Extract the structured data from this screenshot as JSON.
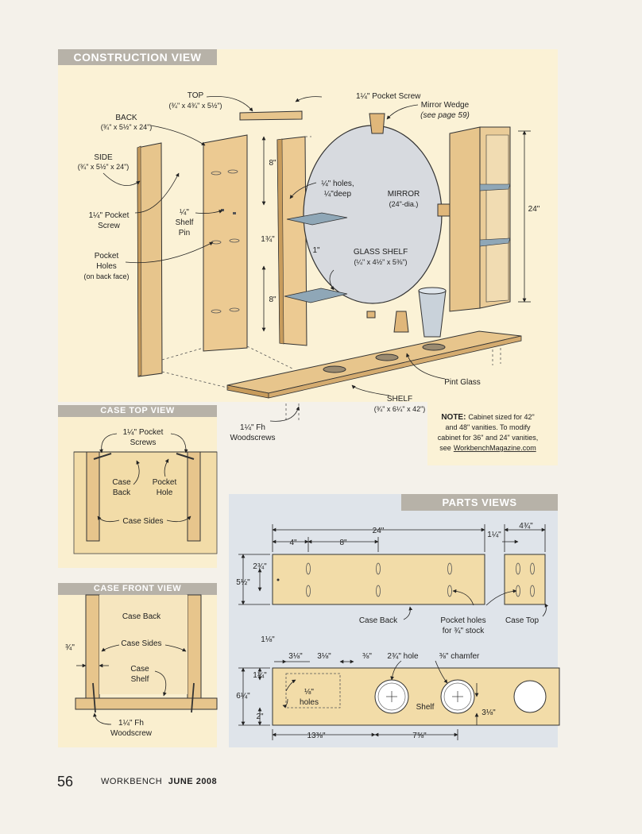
{
  "headers": {
    "construction": "CONSTRUCTION VIEW",
    "case_top": "CASE TOP VIEW",
    "case_front": "CASE FRONT VIEW",
    "parts": "PARTS VIEWS"
  },
  "construction": {
    "top_name": "TOP",
    "top_dim": "(¾\" x 4¾\" x 5½\")",
    "back_name": "BACK",
    "back_dim": "(¾\" x 5½\" x 24\")",
    "side_name": "SIDE",
    "side_dim": "(¾\" x 5½\" x 24\")",
    "pocket_screw_top": "1¼\" Pocket Screw",
    "mirror_wedge": "Mirror Wedge",
    "see_page": "(see page 59)",
    "pocket_screw_l1": "1¼\" Pocket",
    "pocket_screw_l2": "Screw",
    "shelf_pin_l1": "¼\"",
    "shelf_pin_l2": "Shelf",
    "shelf_pin_l3": "Pin",
    "pocket_holes_l1": "Pocket",
    "pocket_holes_l2": "Holes",
    "pocket_holes_l3": "(on back face)",
    "dim_8_top": "8\"",
    "holes_l1": "¼\" holes,",
    "holes_l2": "¼\"deep",
    "mirror_l1": "MIRROR",
    "mirror_l2": "(24\"-dia.)",
    "dim_24": "24\"",
    "dim_1_3_4": "1¾\"",
    "dim_1": "1\"",
    "glass_shelf_l1": "GLASS SHELF",
    "glass_shelf_l2": "(¼\" x 4½\" x 5⅜\")",
    "dim_8_bot": "8\"",
    "pint_glass": "Pint Glass",
    "shelf_name": "SHELF",
    "shelf_dim": "(¾\" x 6¼\" x 42\")",
    "woodscrews_l1": "1¼\" Fh",
    "woodscrews_l2": "Woodscrews",
    "note_label": "NOTE:",
    "note_l1": "Cabinet sized for 42\"",
    "note_l2": "and 48\" vanities. To modify",
    "note_l3": "cabinet for 36\" and 24\" vanities,",
    "note_l4_pre": "see",
    "note_link": "WorkbenchMagazine.com"
  },
  "case_top": {
    "pocket_screws_l1": "1¼\" Pocket",
    "pocket_screws_l2": "Screws",
    "case_back_l1": "Case",
    "case_back_l2": "Back",
    "pocket_hole_l1": "Pocket",
    "pocket_hole_l2": "Hole",
    "case_sides": "Case Sides"
  },
  "case_front": {
    "case_back": "Case Back",
    "case_sides": "Case Sides",
    "case_shelf_l1": "Case",
    "case_shelf_l2": "Shelf",
    "dim_3_4": "¾\"",
    "woodscrew_l1": "1¼\" Fh",
    "woodscrew_l2": "Woodscrew"
  },
  "parts": {
    "dim_24": "24\"",
    "dim_4": "4\"",
    "dim_8": "8\"",
    "dim_1_1_4": "1¼\"",
    "dim_4_3_4": "4¾\"",
    "dim_2_3_4": "2¾\"",
    "dim_5_1_2": "5½\"",
    "case_back": "Case Back",
    "pocket_holes_l1": "Pocket holes",
    "pocket_holes_l2": "for ¾\" stock",
    "case_top": "Case Top",
    "dim_1_1_8": "1⅛\"",
    "dim_3_1_8_a": "3⅛\"",
    "dim_3_1_8_b": "3⅛\"",
    "dim_3_8": "⅜\"",
    "hole_2_3_4": "2¾\" hole",
    "chamfer": "⅜\" chamfer",
    "dim_1_1_4_v": "1¼\"",
    "dim_6_1_4": "6¼\"",
    "holes_1_8_l1": "⅛\"",
    "holes_1_8_l2": "holes",
    "dim_2": "2\"",
    "shelf": "Shelf",
    "dim_3_1_8_c": "3⅛\"",
    "dim_13_3_8": "13⅜\"",
    "dim_7_5_8": "7⅝\""
  },
  "footer": {
    "page_number": "56",
    "magazine": "WORKBENCH",
    "issue": "JUNE 2008"
  }
}
